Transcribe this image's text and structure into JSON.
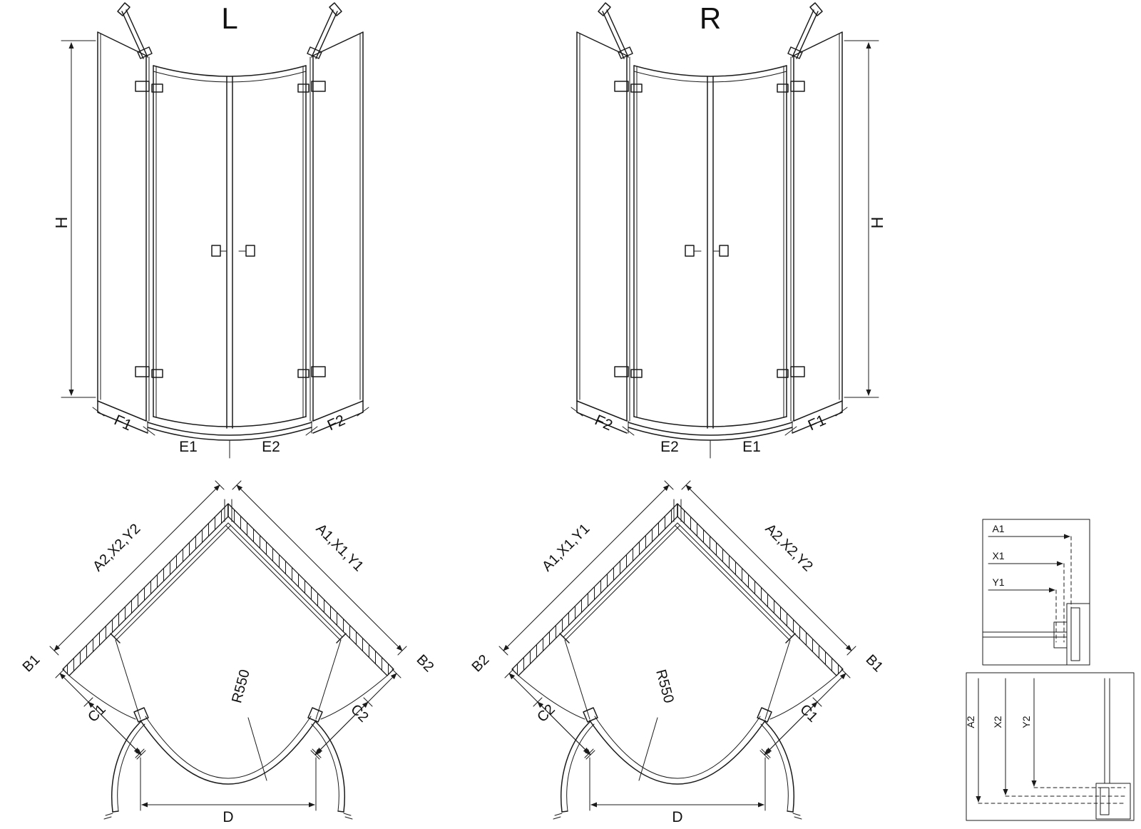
{
  "front_left": {
    "title": "L",
    "dim_h": "H",
    "seg_f1": "F1",
    "seg_e1": "E1",
    "seg_e2": "E2",
    "seg_f2": "F2"
  },
  "front_right": {
    "title": "R",
    "dim_h": "H",
    "seg_f2": "F2",
    "seg_e2": "E2",
    "seg_e1": "E1",
    "seg_f1": "F1"
  },
  "plan_left": {
    "dim_wall_left": "A2,X2,Y2",
    "dim_wall_right": "A1,X1,Y1",
    "dim_b_left": "B1",
    "dim_b_right": "B2",
    "dim_c_left": "C1",
    "dim_c_right": "C2",
    "radius": "R550",
    "dim_d": "D"
  },
  "plan_right": {
    "dim_wall_left": "A1,X1,Y1",
    "dim_wall_right": "A2,X2,Y2",
    "dim_b_left": "B2",
    "dim_b_right": "B1",
    "dim_c_left": "C2",
    "dim_c_right": "C1",
    "radius": "R550",
    "dim_d": "D"
  },
  "detail_horizontal": {
    "dim_a": "A1",
    "dim_x": "X1",
    "dim_y": "Y1"
  },
  "detail_vertical": {
    "dim_a": "A2",
    "dim_x": "X2",
    "dim_y": "Y2"
  },
  "colors": {
    "line": "#1b1b1b",
    "background": "#ffffff"
  }
}
